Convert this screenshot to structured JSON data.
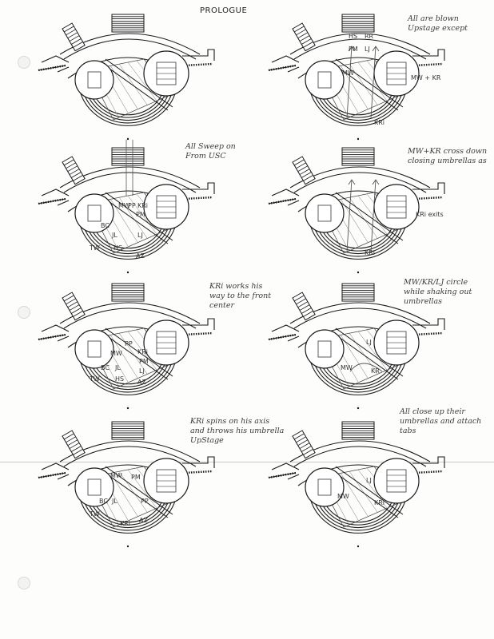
{
  "page": {
    "title": "PROLOGUE"
  },
  "panels": [
    {
      "id": 1,
      "note": "",
      "labels": []
    },
    {
      "id": 2,
      "note": "All are blown\nUpstage except",
      "labels": [
        "HS",
        "RR",
        "PM",
        "LJ",
        "MW",
        "KRi",
        "MW + KR"
      ]
    },
    {
      "id": 3,
      "note": "All Sweep on\nFrom USC",
      "labels": [
        "MW",
        "PP",
        "KRi",
        "PM",
        "BC",
        "JL",
        "LJ",
        "TW",
        "HS",
        "AZ"
      ]
    },
    {
      "id": 4,
      "note": "MW+KR cross down\nclosing umbrellas as",
      "labels": [
        "KRi",
        "KRi exits"
      ]
    },
    {
      "id": 5,
      "note": "KRi works his\nway to the front\ncenter",
      "labels": [
        "PP",
        "MW",
        "KRi",
        "PM",
        "BC",
        "JL",
        "LJ",
        "TW",
        "HS",
        "AZ"
      ]
    },
    {
      "id": 6,
      "note": "MW/KR/LJ circle\nwhile shaking out\numbrellas",
      "labels": [
        "LJ",
        "MW",
        "KR"
      ]
    },
    {
      "id": 7,
      "note": "KRi spins on his axis\nand throws his umbrella\nUpStage",
      "labels": [
        "MW",
        "PM",
        "BC",
        "JL",
        "PP",
        "TW",
        "KRi",
        "AZ"
      ]
    },
    {
      "id": 8,
      "note": "All close up their\numbrellas and attach\ntabs",
      "labels": [
        "LJ",
        "MW",
        "KRi"
      ]
    }
  ]
}
